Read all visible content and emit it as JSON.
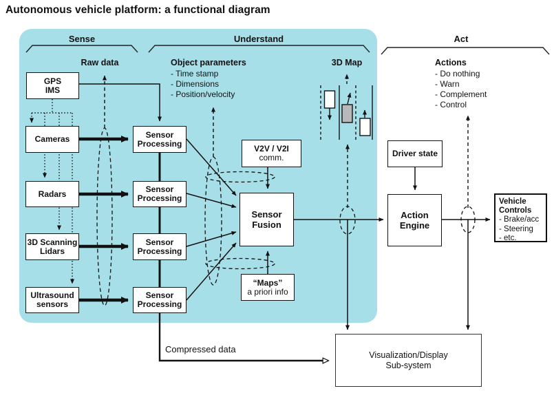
{
  "title": "Autonomous vehicle platform: a functional diagram",
  "colors": {
    "panel-cyan": "#a7dfe9",
    "car-gray": "#b9b9b9",
    "ink": "#111111"
  },
  "sense": {
    "header": "Sense",
    "raw_data_label": "Raw data",
    "boxes": {
      "gps": "GPS\nIMS",
      "cameras": "Cameras",
      "radars": "Radars",
      "lidars": "3D Scanning\nLidars",
      "ultrasound": "Ultrasound\nsensors"
    }
  },
  "understand": {
    "header": "Understand",
    "sensor_processing": "Sensor\nProcessing",
    "object_parameters": {
      "title": "Object parameters",
      "items": [
        "- Time stamp",
        "- Dimensions",
        "- Position/velocity"
      ]
    },
    "map_label": "3D Map",
    "v2v": {
      "line1": "V2V / V2I",
      "line2": "comm."
    },
    "sensor_fusion": "Sensor\nFusion",
    "maps": {
      "line1": "“Maps”",
      "line2": "a priori info"
    }
  },
  "act": {
    "header": "Act",
    "actions": {
      "title": "Actions",
      "items": [
        "- Do nothing",
        "- Warn",
        "- Complement",
        "- Control"
      ]
    },
    "driver_state": "Driver state",
    "action_engine": "Action\nEngine",
    "vehicle_controls": {
      "title": "Vehicle\nControls",
      "items": [
        "- Brake/acc",
        "- Steering",
        "- etc."
      ]
    }
  },
  "bottom": {
    "compressed_data": "Compressed data",
    "visualization": "Visualization/Display\nSub-system"
  }
}
